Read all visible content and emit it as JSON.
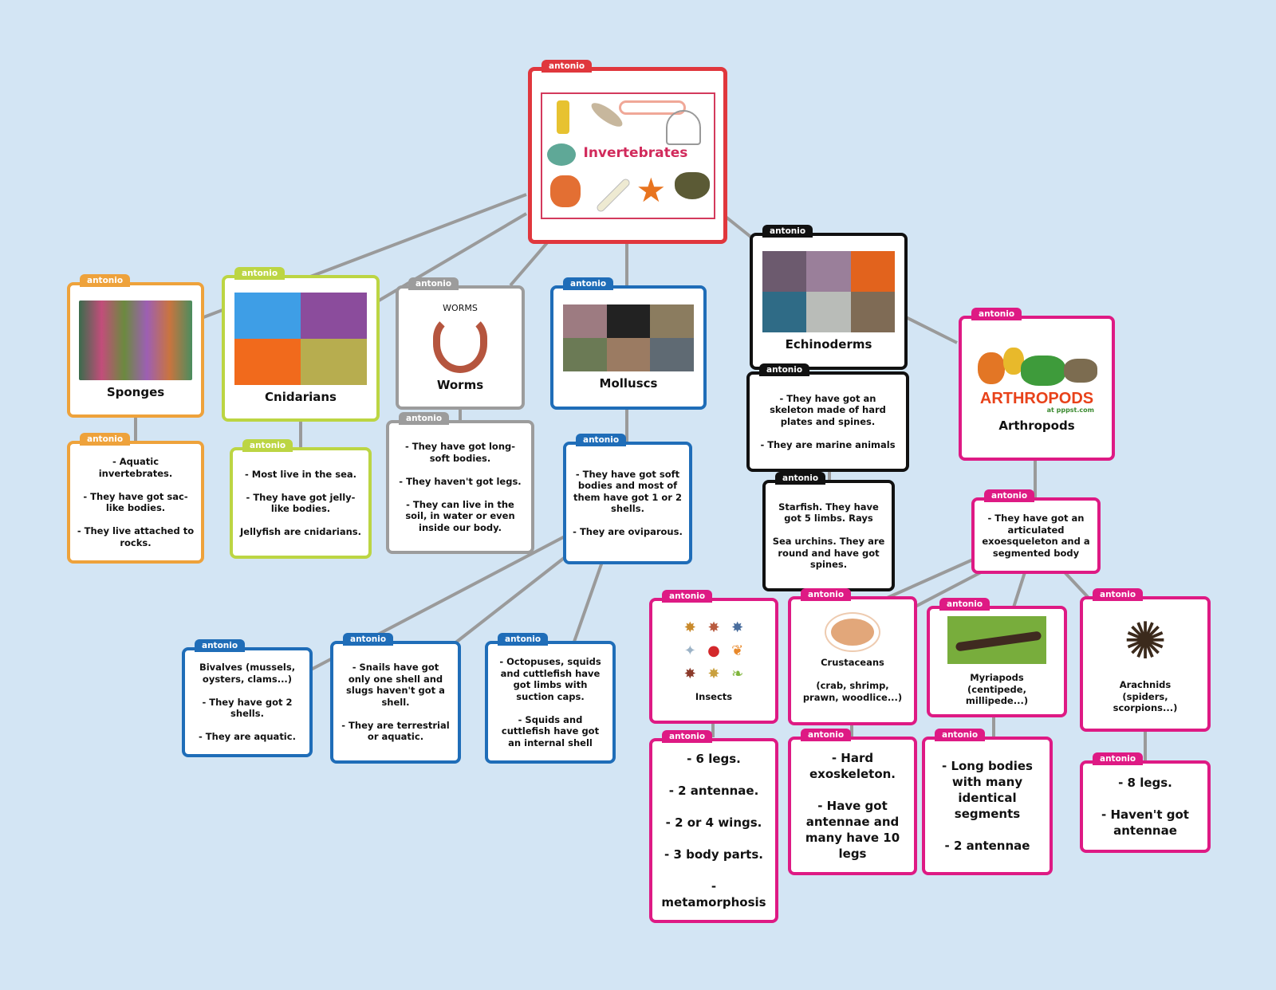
{
  "author_tag": "antonio",
  "colors": {
    "background": "#d3e5f4",
    "connector": "#9a9a9a",
    "root": "#e0373d",
    "sponges": "#eea23b",
    "cnidarians": "#bcd543",
    "worms": "#9c9c9c",
    "molluscs": "#1f6db8",
    "echinoderms": "#111111",
    "arthropods": "#de1a84"
  },
  "root": {
    "title": "Invertebrates",
    "image": "invertebrates-collage"
  },
  "sponges": {
    "title": "Sponges",
    "detail": "- Aquatic invertebrates.\n\n- They have got sac-like bodies.\n\n- They live attached to rocks."
  },
  "cnidarians": {
    "title": "Cnidarians",
    "detail": "- Most live in the sea.\n\n- They have got jelly-like bodies.\n\nJellyfish are cnidarians."
  },
  "worms": {
    "title": "Worms",
    "image_caption": "WORMS",
    "detail": "- They have got long- soft bodies.\n\n- They haven't got legs.\n\n- They can live in the soil, in water or even inside our body."
  },
  "molluscs": {
    "title": "Molluscs",
    "detail": "- They have got soft bodies and most of them have got 1 or 2 shells.\n\n- They are oviparous.",
    "children": [
      {
        "text": "Bivalves (mussels, oysters, clams...)\n\n- They have got 2 shells.\n\n- They are aquatic."
      },
      {
        "text": "- Snails have got only one shell and slugs haven't got a shell.\n\n- They are terrestrial or aquatic."
      },
      {
        "text": "- Octopuses, squids and cuttlefish have got limbs with suction caps.\n\n- Squids and cuttlefish have got an internal shell"
      }
    ]
  },
  "echinoderms": {
    "title": "Echinoderms",
    "detail": "- They have got an skeleton made of hard plates and spines.\n\n- They are marine animals",
    "examples": "Starfish.  They have got 5 limbs. Rays\n\nSea urchins. They are round and have got spines."
  },
  "arthropods": {
    "title": "Arthropods",
    "logo_text": "ARTHROPODS",
    "logo_sub": "at pppst.com",
    "detail": "- They have got an articulated exoesqueleton and a segmented body",
    "groups": [
      {
        "title": "Insects",
        "detail": "- 6 legs.\n\n- 2 antennae.\n\n- 2 or 4 wings.\n\n- 3 body parts.\n\n- metamorphosis"
      },
      {
        "title": "Crustaceans\n\n(crab, shrimp, prawn, woodlice...)",
        "detail": "- Hard exoskeleton.\n\n- Have got antennae and many have 10 legs"
      },
      {
        "title": "Myriapods\n(centipede, millipede...)",
        "detail": "- Long bodies with many identical segments\n\n- 2 antennae"
      },
      {
        "title": "Arachnids\n(spiders, scorpions...)",
        "detail": "- 8 legs.\n\n- Haven't got antennae"
      }
    ]
  }
}
